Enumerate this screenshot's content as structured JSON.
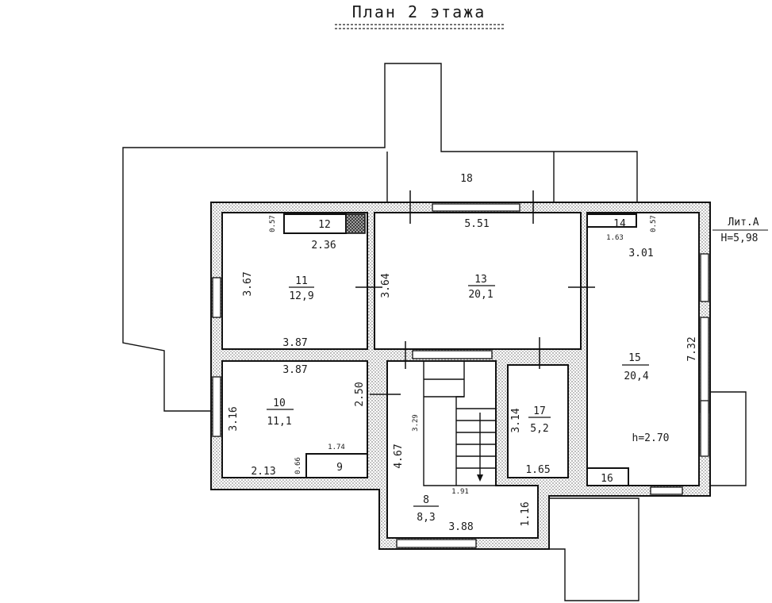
{
  "title": "План 2 этажа",
  "liter": {
    "line1": "Лит.А",
    "line2": "H=5,98"
  },
  "height_note": "h=2.70",
  "rooms": [
    {
      "id": "r8",
      "num": "8",
      "area": "8,3"
    },
    {
      "id": "r9",
      "num": "9"
    },
    {
      "id": "r10",
      "num": "10",
      "area": "11,1"
    },
    {
      "id": "r11",
      "num": "11",
      "area": "12,9"
    },
    {
      "id": "r12",
      "num": "12"
    },
    {
      "id": "r13",
      "num": "13",
      "area": "20,1"
    },
    {
      "id": "r14",
      "num": "14"
    },
    {
      "id": "r15",
      "num": "15",
      "area": "20,4"
    },
    {
      "id": "r16",
      "num": "16"
    },
    {
      "id": "r17",
      "num": "17",
      "area": "5,2"
    },
    {
      "id": "r18",
      "num": "18"
    }
  ],
  "dims": {
    "d551": "5.51",
    "d367": "3.67",
    "d364": "3.64",
    "d387a": "3.87",
    "d387b": "3.87",
    "d236": "2.36",
    "d057a": "0.57",
    "d057b": "0.57",
    "d163": "1.63",
    "d301": "3.01",
    "d732": "7.32",
    "d250": "2.50",
    "d316": "3.16",
    "d174": "1.74",
    "d066": "0.66",
    "d213": "2.13",
    "d329": "3.29",
    "d467": "4.67",
    "d191": "1.91",
    "d314": "3.14",
    "d165": "1.65",
    "d116": "1.16",
    "d388": "3.88"
  }
}
